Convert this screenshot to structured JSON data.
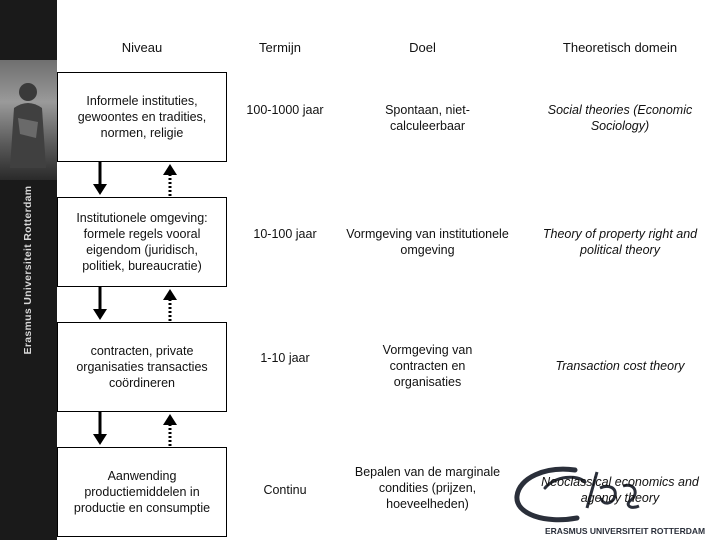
{
  "sidebar": {
    "university_label": "Erasmus Universiteit Rotterdam"
  },
  "headers": {
    "niveau": "Niveau",
    "termijn": "Termijn",
    "doel": "Doel",
    "domein": "Theoretisch domein"
  },
  "rows": [
    {
      "niveau": "Informele instituties, gewoontes en tradities, normen, religie",
      "termijn": "100-1000 jaar",
      "doel": "Spontaan, niet-calculeerbaar",
      "domein": "Social theories (Economic Sociology)"
    },
    {
      "niveau": "Institutionele omgeving: formele regels vooral eigendom (juridisch, politiek, bureaucratie)",
      "termijn": "10-100 jaar",
      "doel": "Vormgeving van institutionele omgeving",
      "domein": "Theory of property right and political theory"
    },
    {
      "niveau": "contracten, private organisaties transacties coördineren",
      "termijn": "1-10 jaar",
      "doel": "Vormgeving van contracten en organisaties",
      "domein": "Transaction cost theory"
    },
    {
      "niveau": "Aanwending productiemiddelen in productie en consumptie",
      "termijn": "Continu",
      "doel": "Bepalen van de marginale condities (prijzen, hoeveelheden)",
      "domein": "Neoclassical economics and agency theory"
    }
  ],
  "logo": {
    "text": "ERASMUS UNIVERSITEIT ROTTERDAM"
  }
}
